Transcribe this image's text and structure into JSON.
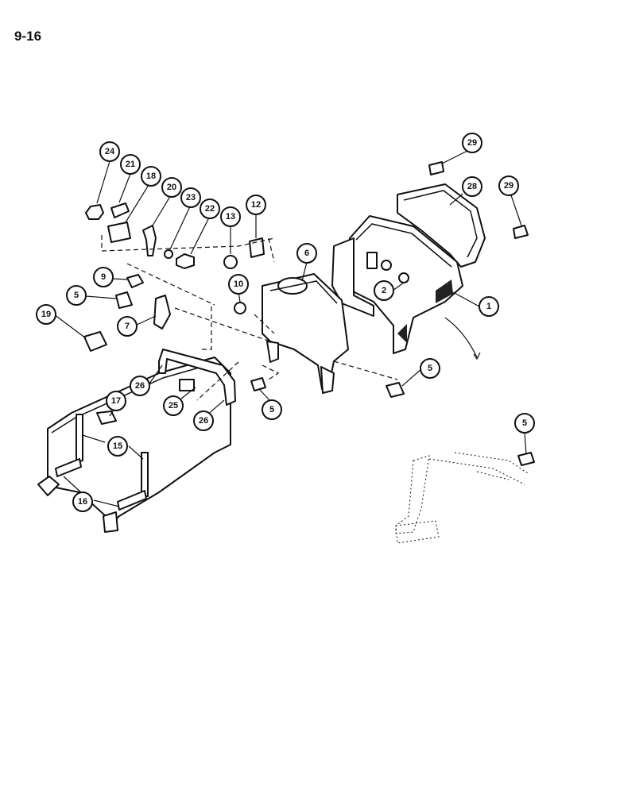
{
  "page_number": "9-16",
  "callouts": [
    "24",
    "21",
    "18",
    "20",
    "23",
    "22",
    "13",
    "12",
    "29",
    "28",
    "29",
    "9",
    "5",
    "7",
    "19",
    "10",
    "6",
    "2",
    "1",
    "5",
    "26",
    "25",
    "17",
    "26",
    "15",
    "16",
    "5",
    "5"
  ],
  "colors": {
    "ink": "#111111",
    "paper": "#ffffff"
  }
}
